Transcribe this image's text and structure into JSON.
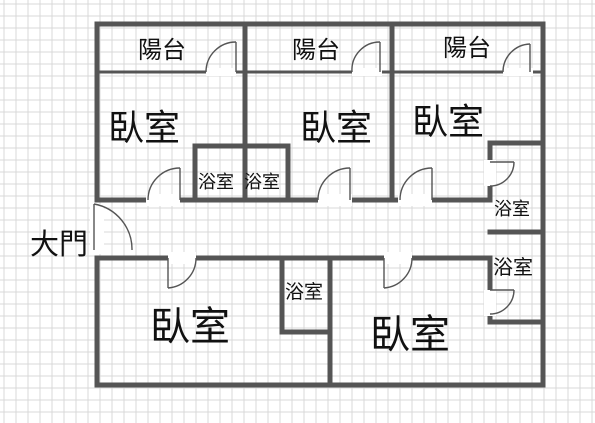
{
  "floor_plan": {
    "entrance": "大門",
    "balconies": [
      "陽台",
      "陽台",
      "陽台"
    ],
    "bedrooms": [
      "臥室",
      "臥室",
      "臥室",
      "臥室",
      "臥室"
    ],
    "bathrooms": [
      "浴室",
      "浴室",
      "浴室",
      "浴室",
      "浴室"
    ]
  }
}
